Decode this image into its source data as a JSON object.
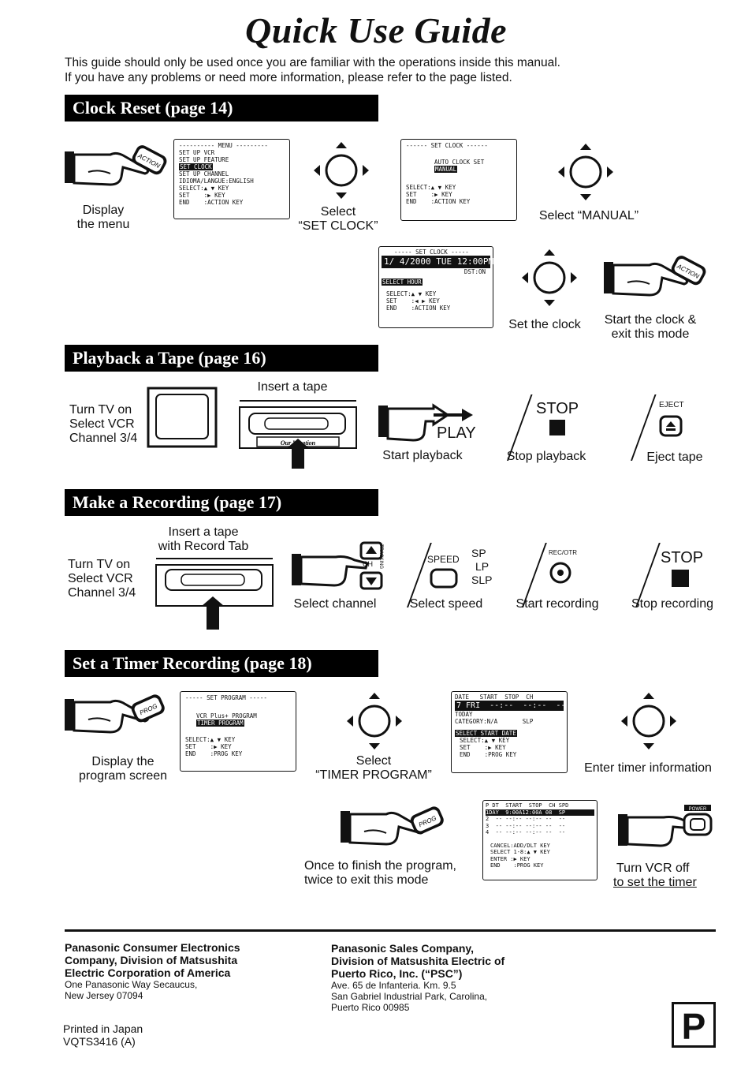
{
  "title": "Quick Use Guide",
  "intro": {
    "line1": "This guide should only be used once you are familiar with the operations inside this manual.",
    "line2": "If you have any problems or need more information, please refer to the page listed."
  },
  "clock": {
    "header": "Clock Reset (page 14)",
    "step1": {
      "label1": "Display",
      "label2": "the menu"
    },
    "menu_screen": {
      "title": "---------- MENU ---------",
      "lines": [
        "SET UP VCR",
        "SET UP FEATURE",
        "SET CLOCK",
        "SET UP CHANNEL",
        "IDIOMA/LANGUE:ENGLISH"
      ],
      "footer": [
        "SELECT:▲ ▼ KEY",
        "SET    :▶ KEY",
        "END    :ACTION KEY"
      ]
    },
    "step2": {
      "label1": "Select",
      "label2": "“SET CLOCK”"
    },
    "set_clock_screen": {
      "title": "------ SET CLOCK ------",
      "lines": [
        "AUTO CLOCK SET",
        "MANUAL"
      ],
      "footer": [
        "SELECT:▲ ▼ KEY",
        "SET    :▶ KEY",
        "END    :ACTION KEY"
      ]
    },
    "step3": {
      "label": "Select “MANUAL”"
    },
    "time_screen": {
      "title": "----- SET CLOCK -----",
      "datetime": "1/ 4/2000 TUE 12:00PM",
      "dst": "DST:ON",
      "select": "SELECT HOUR",
      "footer": [
        "SELECT:▲ ▼ KEY",
        "SET    :◀ ▶ KEY",
        "END    :ACTION KEY"
      ]
    },
    "step4": {
      "label": "Set the clock"
    },
    "step5": {
      "label1": "Start the clock &",
      "label2": "exit this mode"
    },
    "action_text": "ACTION"
  },
  "playback": {
    "header": "Playback a Tape (page 16)",
    "tv": {
      "line1": "Turn TV on",
      "line2": "Select VCR",
      "line3": "Channel 3/4"
    },
    "insert": "Insert a tape",
    "tape_label": "Our Vacation",
    "play_word": "PLAY",
    "start": "Start playback",
    "stop_word": "STOP",
    "stop": "Stop playback",
    "eject_word": "EJECT",
    "eject": "Eject tape"
  },
  "recording": {
    "header": "Make a Recording (page 17)",
    "insert1": "Insert a tape",
    "insert2": "with Record Tab",
    "tv": {
      "line1": "Turn TV on",
      "line2": "Select VCR",
      "line3": "Channel 3/4"
    },
    "ch_text": "CH",
    "tracking_text": "TRACKING",
    "select_channel": "Select channel",
    "speed_word": "SPEED",
    "speeds": [
      "SP",
      "LP",
      "SLP"
    ],
    "select_speed": "Select speed",
    "rec_word": "REC/OTR",
    "start_recording": "Start recording",
    "stop_word": "STOP",
    "stop_recording": "Stop recording"
  },
  "timer": {
    "header": "Set a Timer Recording (page 18)",
    "prog_text": "PROG",
    "display1": "Display the",
    "display2": "program screen",
    "program_screen": {
      "title": "----- SET PROGRAM -----",
      "lines": [
        "VCR Plus+ PROGRAM",
        "TIMER PROGRAM"
      ],
      "footer": [
        "SELECT:▲ ▼ KEY",
        "SET    :▶ KEY",
        "END    :PROG KEY"
      ]
    },
    "select1": "Select",
    "select2": "“TIMER PROGRAM”",
    "date_screen": {
      "header": "DATE   START  STOP  CH",
      "row": "7 FRI  --:--  --:--  --",
      "today": "TODAY",
      "category": "CATEGORY:N/A       SLP",
      "select": "SELECT START DATE",
      "footer": [
        "SELECT:▲ ▼ KEY",
        "SET    :▶ KEY",
        "END    :PROG KEY"
      ]
    },
    "enter": "Enter timer information",
    "list_screen": {
      "header": "P DT  START  STOP  CH SPD",
      "rows": [
        "1DAY  9:00A12:00A 08  SP",
        "2  -- --:-- --:-- --  --",
        "3  -- --:-- --:-- --  --",
        "4  -- --:-- --:-- --  --"
      ],
      "footer": [
        "CANCEL:ADD/DLT KEY",
        "SELECT 1-8:▲ ▼ KEY",
        "ENTER :▶ KEY",
        "END    :PROG KEY"
      ]
    },
    "once1": "Once to finish the program,",
    "once2": "twice to exit this mode",
    "power_text": "POWER",
    "turn1": "Turn VCR off",
    "turn2": "to set the timer"
  },
  "footer": {
    "left": {
      "bold1": "Panasonic Consumer Electronics",
      "bold2": "Company, Division of Matsushita",
      "bold3": "Electric Corporation of America",
      "addr1": "One Panasonic Way Secaucus,",
      "addr2": "New Jersey 07094"
    },
    "right": {
      "bold1": "Panasonic Sales Company,",
      "bold2": "Division of Matsushita Electric of",
      "bold3": "Puerto Rico, Inc. (“PSC”)",
      "addr1": "Ave. 65 de Infanteria. Km. 9.5",
      "addr2": "San Gabriel Industrial Park, Carolina,",
      "addr3": "Puerto Rico 00985"
    },
    "printed": "Printed in Japan",
    "code": "VQTS3416  (A)",
    "letter": "P"
  }
}
